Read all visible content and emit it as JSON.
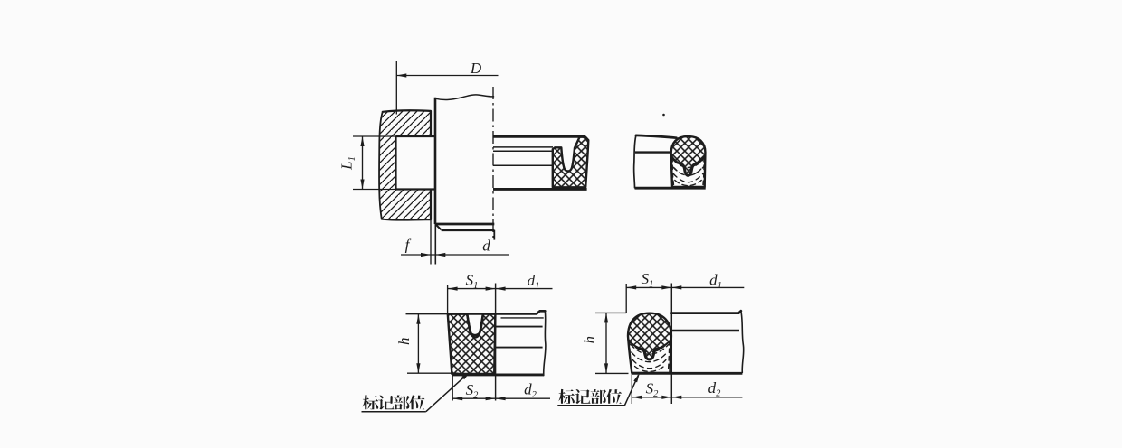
{
  "page": {
    "background": "#fbfbfb",
    "ink_color": "#1c1c1c",
    "kind": "technical-standard-figure"
  },
  "labels": {
    "assembly": {
      "D": "D",
      "L1": {
        "base": "L",
        "sub": "1"
      },
      "f": "f",
      "d": "d"
    },
    "profile_left": {
      "S1": {
        "base": "S",
        "sub": "1"
      },
      "d1": {
        "base": "d",
        "sub": "1"
      },
      "S2": {
        "base": "S",
        "sub": "2"
      },
      "d2": {
        "base": "d",
        "sub": "2"
      },
      "h": "h",
      "marking": "标记部位"
    },
    "profile_right": {
      "S1": {
        "base": "S",
        "sub": "1"
      },
      "d1": {
        "base": "d",
        "sub": "1"
      },
      "S2": {
        "base": "S",
        "sub": "2"
      },
      "d2": {
        "base": "d",
        "sub": "2"
      },
      "h": "h",
      "marking": "标记部位"
    }
  }
}
